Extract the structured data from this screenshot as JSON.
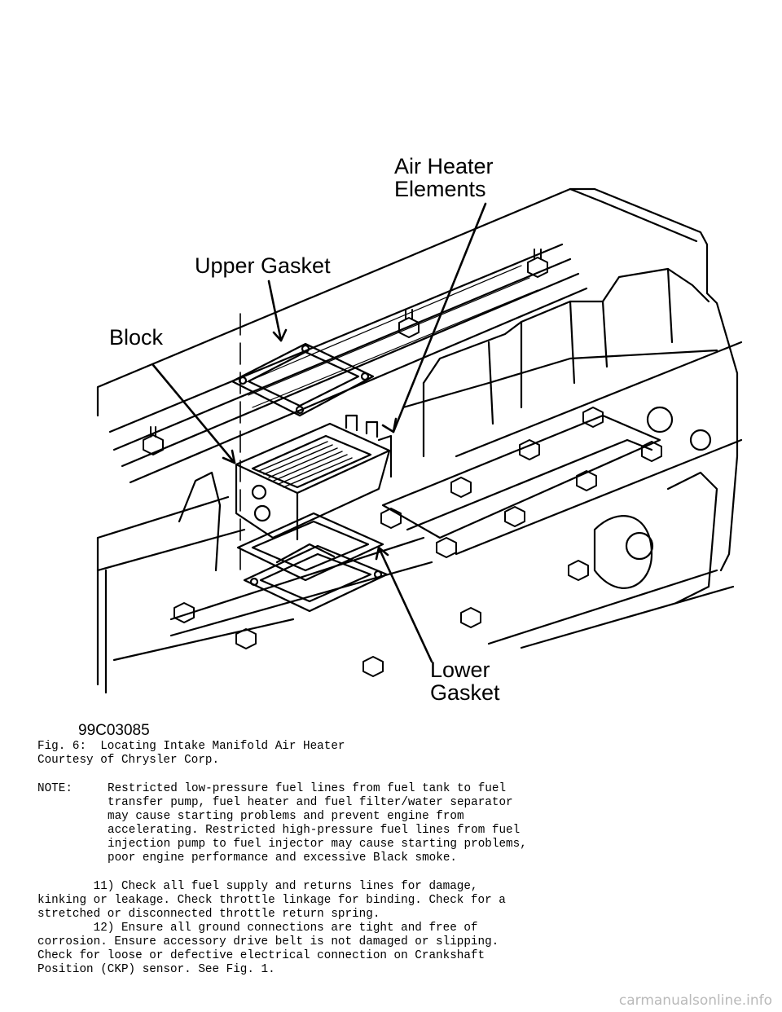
{
  "figure": {
    "callouts": {
      "air_heater_elements": "Air Heater\nElements",
      "upper_gasket": "Upper Gasket",
      "block": "Block",
      "lower_gasket": "Lower\nGasket"
    },
    "code": "99C03085"
  },
  "caption": {
    "title": "Fig. 6:  Locating Intake Manifold Air Heater",
    "credit": "Courtesy of Chrysler Corp."
  },
  "note": {
    "label": "NOTE:",
    "lines": [
      "Restricted low-pressure fuel lines from fuel tank to fuel",
      "transfer pump, fuel heater and fuel filter/water separator",
      "may cause starting problems and prevent engine from",
      "accelerating. Restricted high-pressure fuel lines from fuel",
      "injection pump to fuel injector may cause starting problems,",
      "poor engine performance and excessive Black smoke."
    ]
  },
  "steps": [
    {
      "lines": [
        "        11) Check all fuel supply and returns lines for damage,",
        "kinking or leakage. Check throttle linkage for binding. Check for a",
        "stretched or disconnected throttle return spring."
      ]
    },
    {
      "lines": [
        "        12) Ensure all ground connections are tight and free of",
        "corrosion. Ensure accessory drive belt is not damaged or slipping.",
        "Check for loose or defective electrical connection on Crankshaft",
        "Position (CKP) sensor. See Fig. 1."
      ]
    }
  ],
  "watermark": "carmanualsonline.info"
}
